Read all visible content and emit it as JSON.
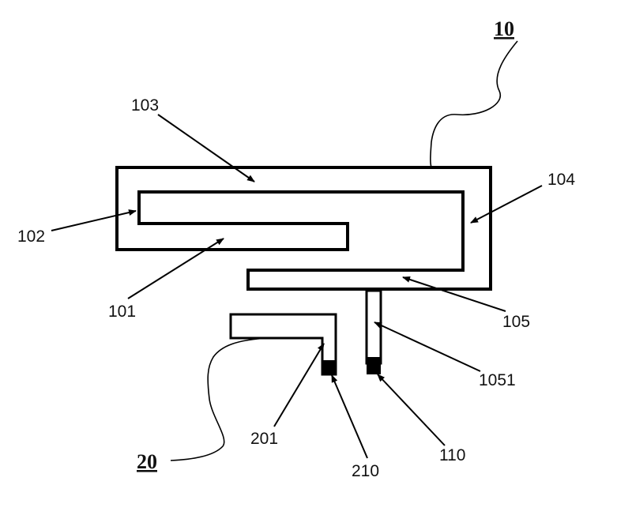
{
  "labels": {
    "ref_10": "10",
    "ref_20": "20",
    "l103": "103",
    "l104": "104",
    "l102": "102",
    "l101": "101",
    "l105": "105",
    "l1051": "1051",
    "l201": "201",
    "l210": "210",
    "l110": "110"
  },
  "colors": {
    "line": "#000000",
    "background": "#ffffff"
  }
}
